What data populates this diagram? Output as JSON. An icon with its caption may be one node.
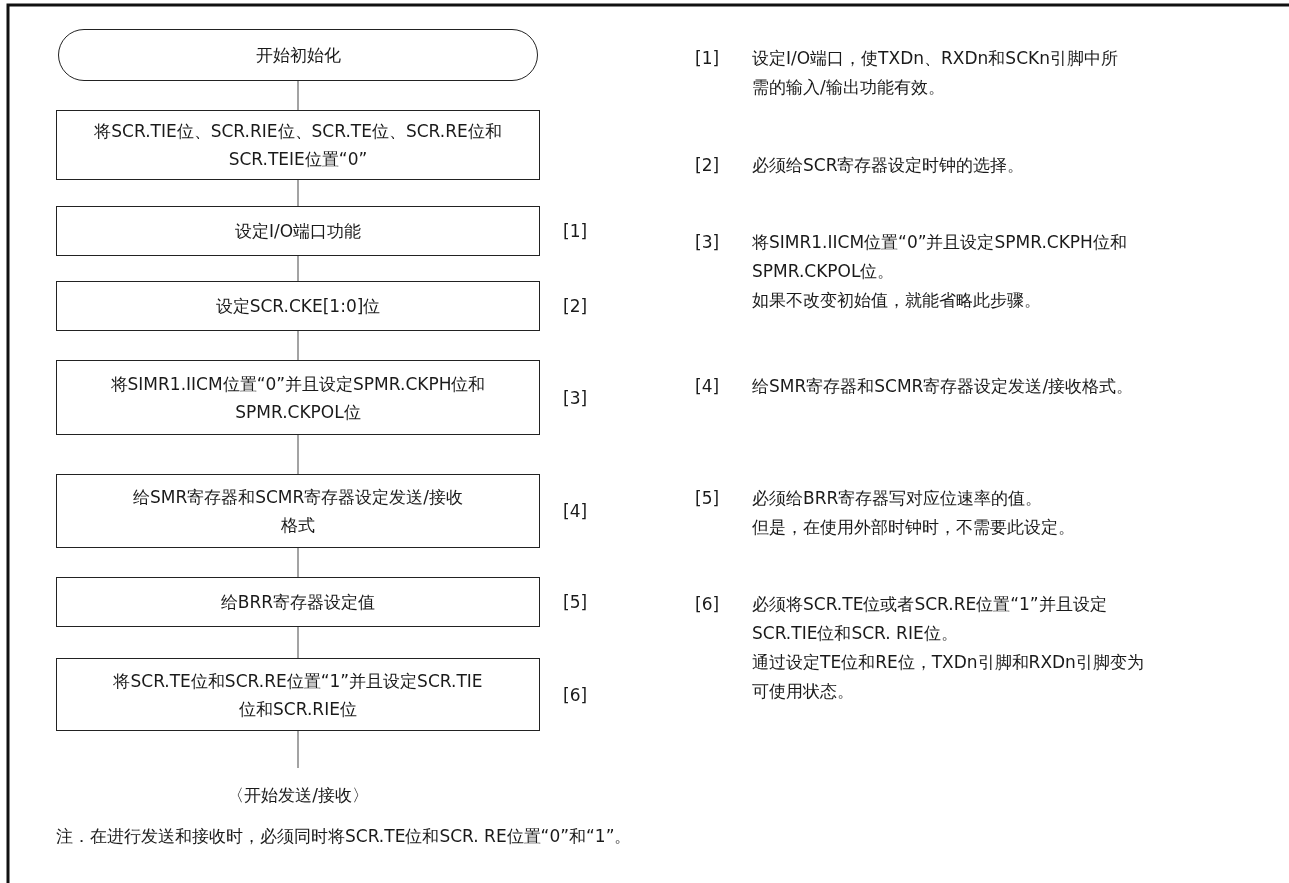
{
  "diagram": {
    "nodes": [
      {
        "text": [
          "开始初始化"
        ]
      },
      {
        "text": [
          "将SCR.TIE位、SCR.RIE位、SCR.TE位、SCR.RE位和SCR.TEIE位置“0”"
        ]
      },
      {
        "text": [
          "设定I/O端口功能"
        ],
        "beside": [
          "[1]"
        ]
      },
      {
        "text": [
          "设定SCR.CKE[1:0]位"
        ],
        "beside": [
          "[2]"
        ]
      },
      {
        "text": [
          "将SIMR1.IICM位置“0”并且设定SPMR.CKPH位和SPMR.CKPOL位"
        ],
        "beside": [
          "[3]"
        ]
      },
      {
        "text": [
          "给SMR寄存器和SCMR寄存器设定发送/接收格式"
        ],
        "beside": [
          "[4]"
        ]
      },
      {
        "text": [
          "给BRR寄存器设定值"
        ],
        "beside": [
          "[5]"
        ]
      },
      {
        "text": [
          "将SCR.TE位和SCR.RE位置“1”并且设定SCR.TIE位和SCR.RIE位"
        ],
        "beside": [
          "[6]"
        ]
      },
      {
        "text": [
          "〈开始发送/接收〉"
        ]
      }
    ],
    "edges": [
      {
        "from": 0,
        "to": 1,
        "arrow": "none"
      },
      {
        "from": 1,
        "to": 2,
        "arrow": "none"
      },
      {
        "from": 2,
        "to": 3,
        "arrow": "none"
      },
      {
        "from": 3,
        "to": 4,
        "arrow": "none"
      },
      {
        "from": 4,
        "to": 5,
        "arrow": "none"
      },
      {
        "from": 5,
        "to": 6,
        "arrow": "none"
      },
      {
        "from": 6,
        "to": 7,
        "arrow": "none"
      },
      {
        "from": 7,
        "to": 8,
        "arrow": "none"
      }
    ],
    "labels": [
      "[1]",
      "设定I/O端口，使TXDn、RXDn和SCKn引脚中所需的输入/输出功能有效。",
      "[2]",
      "必须给SCR寄存器设定时钟的选择。",
      "[3]",
      "将SIMR1.IICM位置“0”并且设定SPMR.CKPH位和SPMR.CKPOL位。",
      "如果不改变初始值，就能省略此步骤。",
      "[4]",
      "给SMR寄存器和SCMR寄存器设定发送/接收格式。",
      "[5]",
      "必须给BRR寄存器写对应位速率的值。",
      "但是，在使用外部时钟时，不需要此设定。",
      "[6]",
      "必须将SCR.TE位或者SCR.RE位置“1”并且设定SCR.TIE位和SCR. RIE位。",
      "通过设定TE位和RE位，TXDn引脚和RXDn引脚变为可使用状态。",
      "注．在进行发送和接收时，必须同时将SCR.TE位和SCR. RE位置“0”和“1”。"
    ]
  }
}
